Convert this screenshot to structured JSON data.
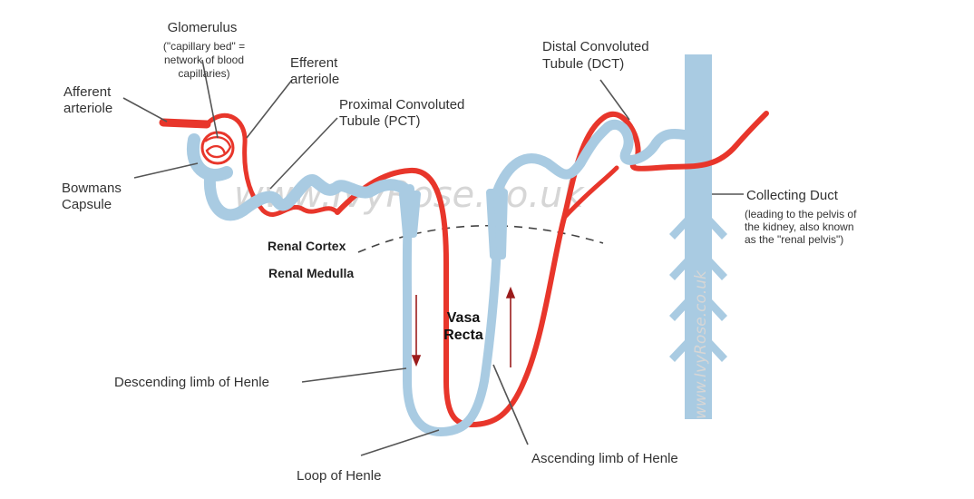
{
  "colors": {
    "vessel": "#e8362b",
    "tubule": "#a9cbe2",
    "leader": "#555555",
    "text": "#333333",
    "arrow": "#9b1c1c"
  },
  "watermark": {
    "main": "www.IvyRose.co.uk",
    "side": "www.IvyRose.co.uk"
  },
  "labels": {
    "glomerulus": "Glomerulus",
    "glomerulus_note_1": "(\"capillary bed\" =",
    "glomerulus_note_2": "network of blood",
    "glomerulus_note_3": "capillaries)",
    "efferent_1": "Efferent",
    "efferent_2": "arteriole",
    "afferent_1": "Afferent",
    "afferent_2": "arteriole",
    "pct_1": "Proximal Convoluted",
    "pct_2": "Tubule (PCT)",
    "dct_1": "Distal Convoluted",
    "dct_2": "Tubule (DCT)",
    "bowmans_1": "Bowmans",
    "bowmans_2": "Capsule",
    "collecting_duct": "Collecting Duct",
    "collecting_note_1": "(leading to the pelvis of",
    "collecting_note_2": "the kidney, also known",
    "collecting_note_3": "as the \"renal pelvis\")",
    "renal_cortex": "Renal Cortex",
    "renal_medulla": "Renal Medulla",
    "vasa_1": "Vasa",
    "vasa_2": "Recta",
    "descending_limb": "Descending limb of Henle",
    "loop_of_henle": "Loop of Henle",
    "ascending_limb": "Ascending limb of Henle"
  }
}
